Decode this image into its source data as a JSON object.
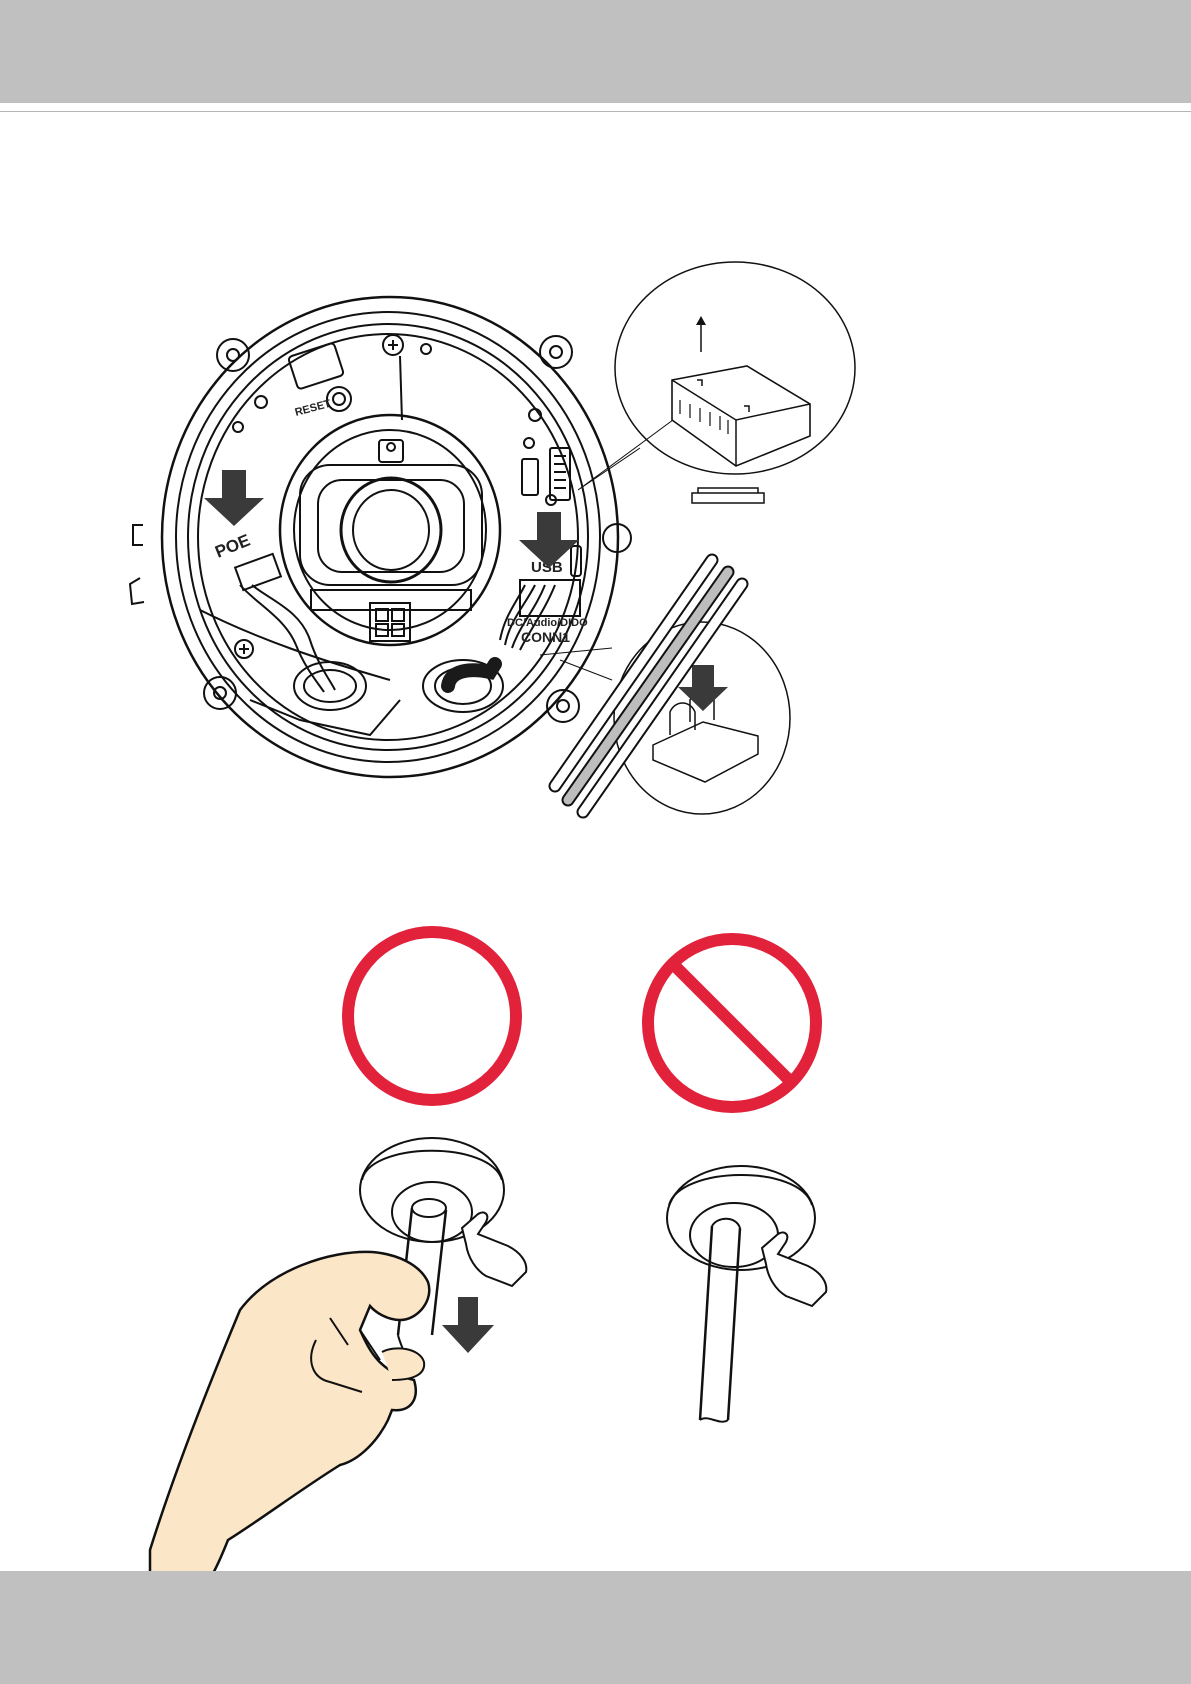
{
  "camera": {
    "reset_label": "RESET",
    "poe_label": "POE",
    "usb_label": "USB",
    "connector_label": "DC/Audio/DIDO",
    "conn_label": "CONN1"
  },
  "colors": {
    "header_band": "#c0c0c0",
    "footer_band": "#c0c0c0",
    "correct_mark": "#e2213b",
    "wrong_mark": "#e2213b",
    "hand_skin": "#fbe6c8",
    "arrow": "#3a3a3a"
  },
  "icons": [
    "down-arrow-icon",
    "up-arrow-icon",
    "pointing-hand-icon",
    "circle-ok-icon",
    "prohibited-icon"
  ]
}
